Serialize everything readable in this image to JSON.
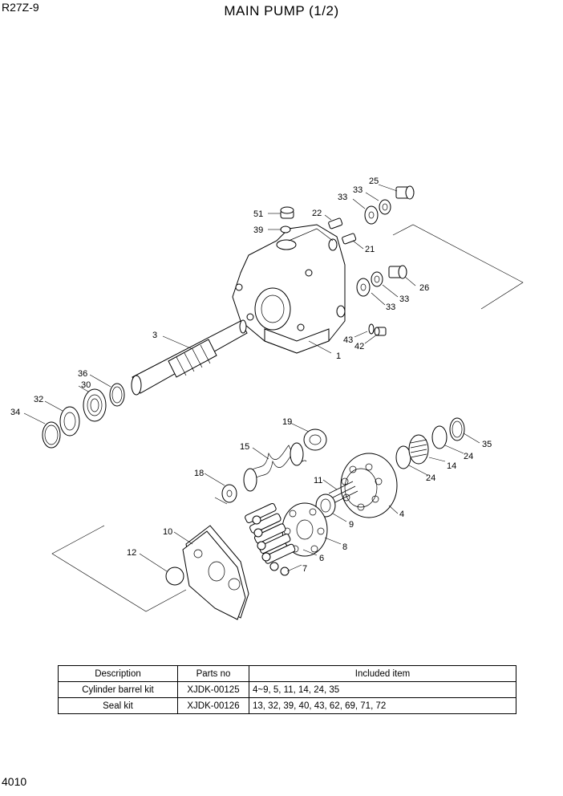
{
  "header": {
    "model": "R27Z-9",
    "title": "MAIN PUMP (1/2)"
  },
  "footer": {
    "page_number": "4010"
  },
  "callouts": {
    "c1": "1",
    "c3": "3",
    "c4": "4",
    "c6": "6",
    "c7": "7",
    "c8": "8",
    "c9": "9",
    "c10": "10",
    "c11": "11",
    "c12": "12",
    "c14": "14",
    "c15": "15",
    "c18": "18",
    "c19": "19",
    "c21": "21",
    "c22": "22",
    "c24a": "24",
    "c24b": "24",
    "c25": "25",
    "c26": "26",
    "c30": "30",
    "c32": "32",
    "c33a": "33",
    "c33b": "33",
    "c33c": "33",
    "c33d": "33",
    "c34": "34",
    "c35": "35",
    "c36": "36",
    "c39": "39",
    "c42": "42",
    "c43": "43",
    "c51": "51"
  },
  "kit_table": {
    "headers": {
      "description": "Description",
      "parts_no": "Parts no",
      "included": "Included item"
    },
    "rows": [
      {
        "description": "Cylinder barrel kit",
        "parts_no": "XJDK-00125",
        "included": "4~9, 5, 11, 14, 24, 35"
      },
      {
        "description": "Seal kit",
        "parts_no": "XJDK-00126",
        "included": "13, 32, 39, 40, 43, 62, 69, 71, 72"
      }
    ]
  }
}
